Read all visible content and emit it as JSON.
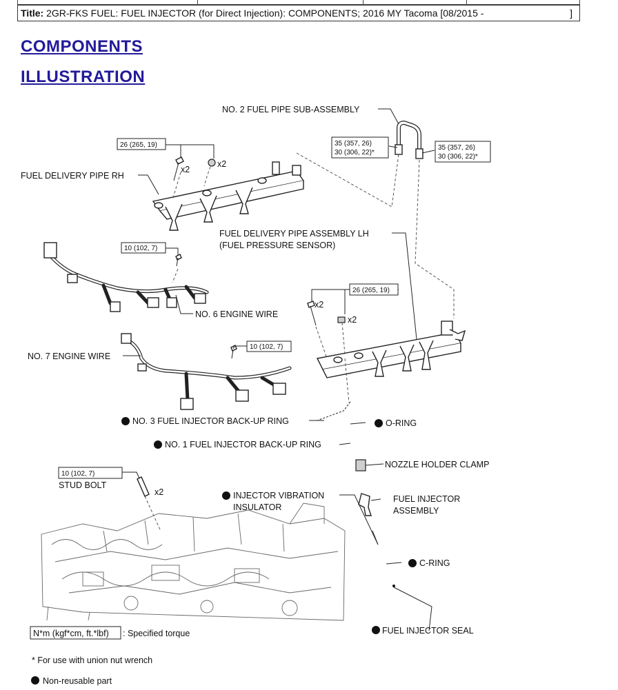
{
  "title_bar": {
    "prefix": "Title:",
    "text": " 2GR-FKS FUEL: FUEL INJECTOR (for Direct Injection): COMPONENTS; 2016 MY Tacoma [08/2015 -",
    "close": "]"
  },
  "headings": {
    "components": "COMPONENTS",
    "illustration": "ILLUSTRATION"
  },
  "labels": {
    "no2_fuel_pipe": "NO. 2 FUEL PIPE SUB-ASSEMBLY",
    "fuel_delivery_rh": "FUEL DELIVERY PIPE RH",
    "fuel_delivery_lh_1": "FUEL DELIVERY PIPE ASSEMBLY LH",
    "fuel_delivery_lh_2": "(FUEL PRESSURE SENSOR)",
    "no6_engine_wire": "NO. 6 ENGINE WIRE",
    "no7_engine_wire": "NO. 7 ENGINE WIRE",
    "no3_backup_ring": "NO. 3 FUEL INJECTOR BACK-UP RING",
    "o_ring": "O-RING",
    "no1_backup_ring": "NO. 1 FUEL INJECTOR BACK-UP RING",
    "nozzle_holder_clamp": "NOZZLE HOLDER CLAMP",
    "stud_bolt": "STUD BOLT",
    "vibration_insulator_1": "INJECTOR VIBRATION",
    "vibration_insulator_2": "INSULATOR",
    "fuel_injector_assy_1": "FUEL INJECTOR",
    "fuel_injector_assy_2": "ASSEMBLY",
    "c_ring": "C-RING",
    "fuel_injector_seal": "FUEL INJECTOR SEAL"
  },
  "torques": {
    "rh_pipe_bolt": "26 (265, 19)",
    "pipe_union_left_1": "35 (357, 26)",
    "pipe_union_left_2": "30 (306, 22)*",
    "pipe_union_right_1": "35 (357, 26)",
    "pipe_union_right_2": "30 (306, 22)*",
    "no6_wire_bolt": "10 (102, 7)",
    "lh_pipe_bolt": "26 (265, 19)",
    "no7_wire_bolt": "10 (102, 7)",
    "stud_bolt": "10 (102, 7)"
  },
  "quantities": {
    "rh_bolt": "x2",
    "rh_spacer": "x2",
    "lh_bolt": "x2",
    "lh_spacer": "x2",
    "stud": "x2"
  },
  "legend": {
    "torque_unit": "N*m (kgf*cm, ft.*lbf)",
    "torque_desc": ": Specified torque",
    "asterisk_note": "* For use with union nut wrench",
    "non_reusable": "Non-reusable part"
  }
}
